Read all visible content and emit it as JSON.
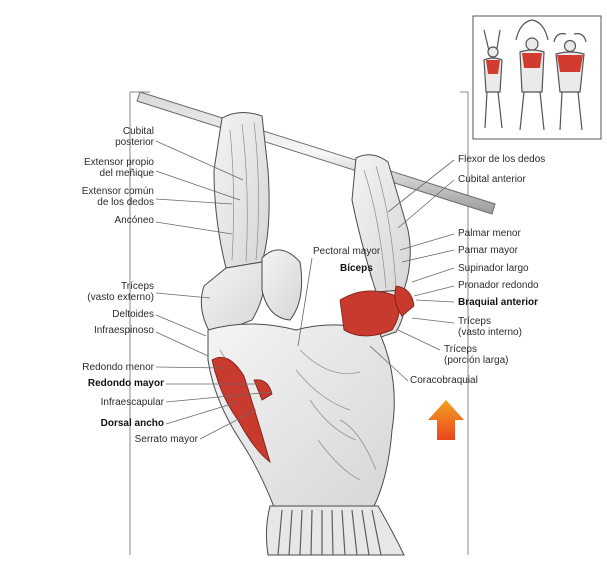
{
  "colors": {
    "muscle_highlight": "#c8392e",
    "muscle_shade": "#e1e1e1",
    "arrow_top": "#f4a225",
    "arrow_bottom": "#e8451c",
    "leader": "#6a6a6a"
  },
  "labels_left": {
    "cubital_posterior_1": "Cubital",
    "cubital_posterior_2": "posterior",
    "extensor_menique_1": "Extensor propio",
    "extensor_menique_2": "del meñique",
    "extensor_comun_1": "Extensor común",
    "extensor_comun_2": "de los dedos",
    "anconeo": "Ancóneo",
    "triceps_externo_1": "Tríceps",
    "triceps_externo_2": "(vasto externo)",
    "deltoides": "Deltoides",
    "infraespinoso": "Infraespinoso",
    "redondo_menor": "Redondo menor",
    "redondo_mayor": "Redondo mayor",
    "infraescapular": "Infraescapular",
    "dorsal_ancho": "Dorsal ancho",
    "serrato_mayor": "Serrato mayor"
  },
  "labels_right": {
    "flexor_dedos": "Flexor de los dedos",
    "cubital_anterior": "Cubital anterior",
    "palmar_menor": "Palmar menor",
    "palmar_mayor": "Pamar mayor",
    "supinador_largo": "Supinador largo",
    "pronador_redondo": "Pronador redondo",
    "braquial_anterior": "Braquial anterior",
    "triceps_interno_1": "Tríceps",
    "triceps_interno_2": "(vasto interno)",
    "triceps_larga_1": "Tríceps",
    "triceps_larga_2": "(porción larga)",
    "coracobraquial": "Coracobraquial"
  },
  "labels_center": {
    "pectoral_mayor": "Pectoral mayor",
    "biceps": "Bíceps"
  },
  "icons": {
    "movement_arrow": "arrow-up-icon",
    "thumbnail": "pullup-phases-thumbnail"
  }
}
